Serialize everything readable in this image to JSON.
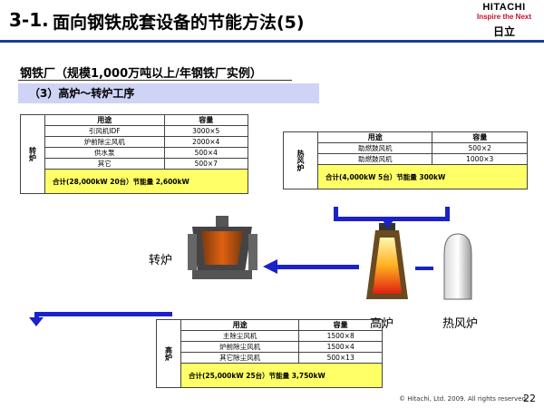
{
  "header": {
    "num": "3-1.",
    "title": "面向钢铁成套设备的节能方法(5)"
  },
  "logo": {
    "brand": "HITACHI",
    "tagline": "Inspire the Next",
    "mark": "日立"
  },
  "subtitle": "钢铁厂（规模1,000万吨以上/年钢铁厂实例）",
  "section": "（3）高炉～转炉工序",
  "table_converter": {
    "side": "转炉",
    "col_use": "用途",
    "col_cap": "容量",
    "rows": [
      [
        "引风机IDF",
        "3000×5"
      ],
      [
        "炉前除尘风机",
        "2000×4"
      ],
      [
        "供水泵",
        "500×4"
      ],
      [
        "其它",
        "500×7"
      ]
    ],
    "summary": "合计(28,000kW  20台）节能量   2,600kW"
  },
  "table_hotstove": {
    "side": "热风炉",
    "col_use": "用途",
    "col_cap": "容量",
    "rows": [
      [
        "助燃鼓风机",
        "500×2"
      ],
      [
        "助燃鼓风机",
        "1000×3"
      ]
    ],
    "summary": "合计(4,000kW  5台）节能量    300kW"
  },
  "table_blast": {
    "side": "高炉",
    "col_use": "用途",
    "col_cap": "容量",
    "rows": [
      [
        "主除尘风机",
        "1500×8"
      ],
      [
        "炉前除尘风机",
        "1500×4"
      ],
      [
        "其它除尘风机",
        "500×13"
      ]
    ],
    "summary": "合计(25,000kW  25台）节能量    3,750kW"
  },
  "labels": {
    "converter": "转炉",
    "blast_furnace": "高炉",
    "hot_stove": "热风炉"
  },
  "footer": "© Hitachi, Ltd. 2009.  All rights reserved.",
  "page": "22",
  "colors": {
    "header_bar": "#1b3f8c",
    "section_bg": "#cfd3f5",
    "summary_bg": "#ffff66",
    "arrow": "#1a22c8"
  }
}
